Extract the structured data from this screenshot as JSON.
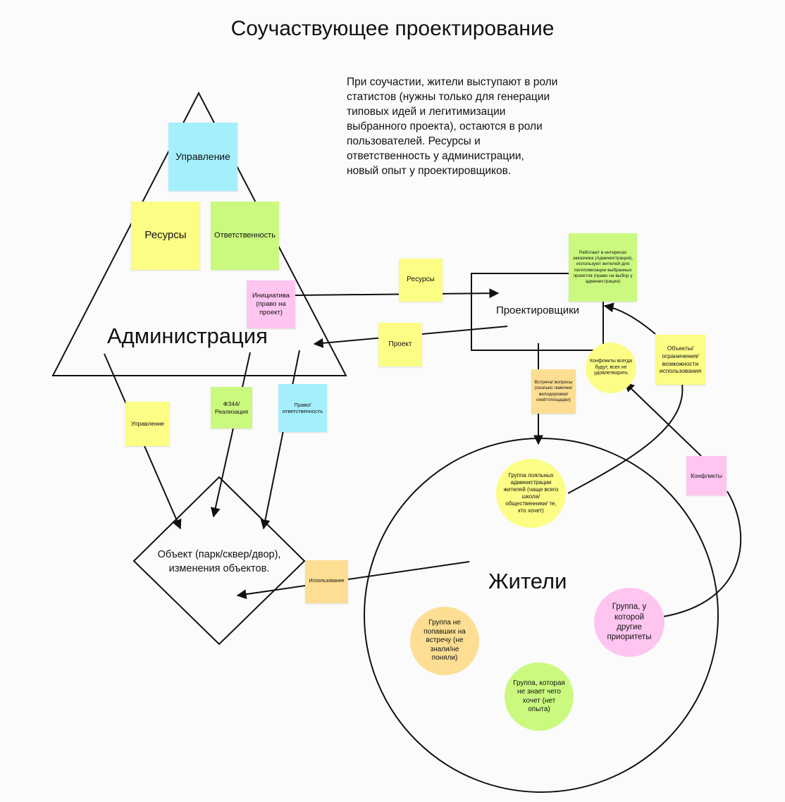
{
  "title": "Соучаствующее проектирование",
  "description": "При соучастии, жители выступают в роли статистов (нужны только для генерации типовых идей и легитимизации выбранного проекта), остаются в роли пользователей. Ресурсы и ответственность у администрации, новый опыт у проектировщиков.",
  "nodes": {
    "administration": "Администрация",
    "designers": "Проектировщики",
    "residents": "Жители",
    "object": "Объект (парк/сквер/двор), изменения объектов."
  },
  "notes": {
    "management_top": "Управление",
    "resources_top": "Ресурсы",
    "responsibility_top": "Ответственность",
    "initiative": "Инициатива (право на проект)",
    "resources_flow": "Ресурсы",
    "project_flow": "Проект",
    "designers_interest": "Работают в интересах заказчика (Администрация), используют жителей для легитимизации выбранных проектов (право на выбор у администрации)",
    "management_flow": "Управление",
    "fz_realization": "ФЗ44/ Реализация",
    "rights_responsibility": "Право/ ответственность",
    "meeting_questions": "Встреча/ вопросы (сколько лавочек/ велодорожки/ скейтплощадки)",
    "conflicts_unsatisfied": "Конфликты всегда будут, всех не удовлетворить",
    "objects_constraints": "Объекты/ ограничения/ возможности использования",
    "conflicts": "Конфликты",
    "usage": "Использование"
  },
  "groups": {
    "loyal": "Группа лояльных администрации жителей (чаще всего школа/ общественники/ те, кто хочет)",
    "other_priorities": "Группа, у которой другие приоритеты",
    "missed_meeting": "Группа не попавших на встречу (не знали/не поняли)",
    "dont_know": "Группа, которая не знает чего хочет (нет опыта)"
  },
  "colors": {
    "yellow": "#fbfd85",
    "green": "#cbf980",
    "cyan": "#a5effc",
    "pink": "#fdc5ef",
    "orange": "#fdde92",
    "stroke": "#111111"
  }
}
